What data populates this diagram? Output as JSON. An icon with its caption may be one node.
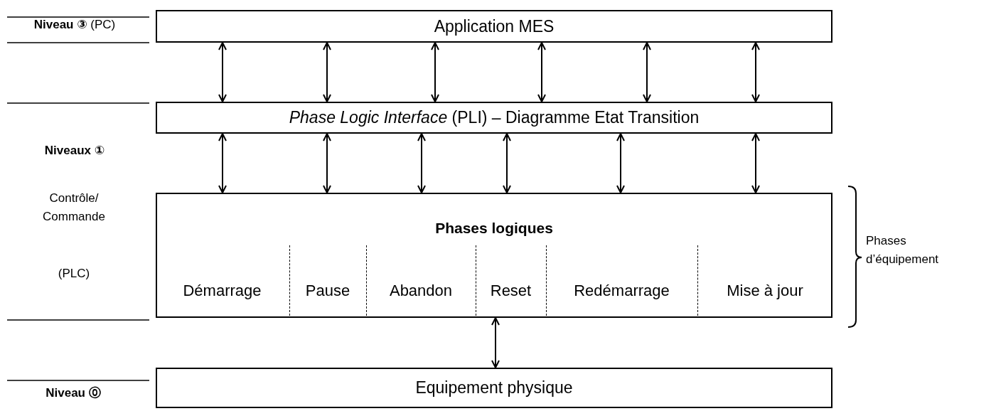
{
  "diagram": {
    "nodes": [
      {
        "text": [
          "Application MES"
        ]
      },
      {
        "text": [
          "*Phase Logic Interface* (PLI) – Diagramme Etat Transition"
        ]
      },
      {
        "text": [
          "Phases logiques"
        ]
      },
      {
        "text": [
          "Démarrage"
        ],
        "in": 2
      },
      {
        "text": [
          "Pause"
        ],
        "in": 2
      },
      {
        "text": [
          "Abandon"
        ],
        "in": 2
      },
      {
        "text": [
          "Reset"
        ],
        "in": 2
      },
      {
        "text": [
          "Redémarrage"
        ],
        "in": 2
      },
      {
        "text": [
          "Mise à jour"
        ],
        "in": 2
      },
      {
        "text": [
          "Equipement physique"
        ]
      }
    ],
    "edges": [
      {
        "from": 0,
        "to": 1,
        "arrow": "both"
      },
      {
        "from": 0,
        "to": 1,
        "arrow": "both"
      },
      {
        "from": 0,
        "to": 1,
        "arrow": "both"
      },
      {
        "from": 0,
        "to": 1,
        "arrow": "both"
      },
      {
        "from": 0,
        "to": 1,
        "arrow": "both"
      },
      {
        "from": 0,
        "to": 1,
        "arrow": "both"
      },
      {
        "from": 1,
        "to": 2,
        "arrow": "both"
      },
      {
        "from": 1,
        "to": 2,
        "arrow": "both"
      },
      {
        "from": 1,
        "to": 2,
        "arrow": "both"
      },
      {
        "from": 1,
        "to": 2,
        "arrow": "both"
      },
      {
        "from": 1,
        "to": 2,
        "arrow": "both"
      },
      {
        "from": 1,
        "to": 2,
        "arrow": "both"
      },
      {
        "from": 2,
        "to": 9,
        "arrow": "both"
      }
    ],
    "labels": [
      "**Niveau ③** (PC)",
      "Niveaux ①",
      "Contrôle/ Commande",
      "(PLC)",
      "Niveau ⓪",
      "Phases d’équipement"
    ]
  }
}
